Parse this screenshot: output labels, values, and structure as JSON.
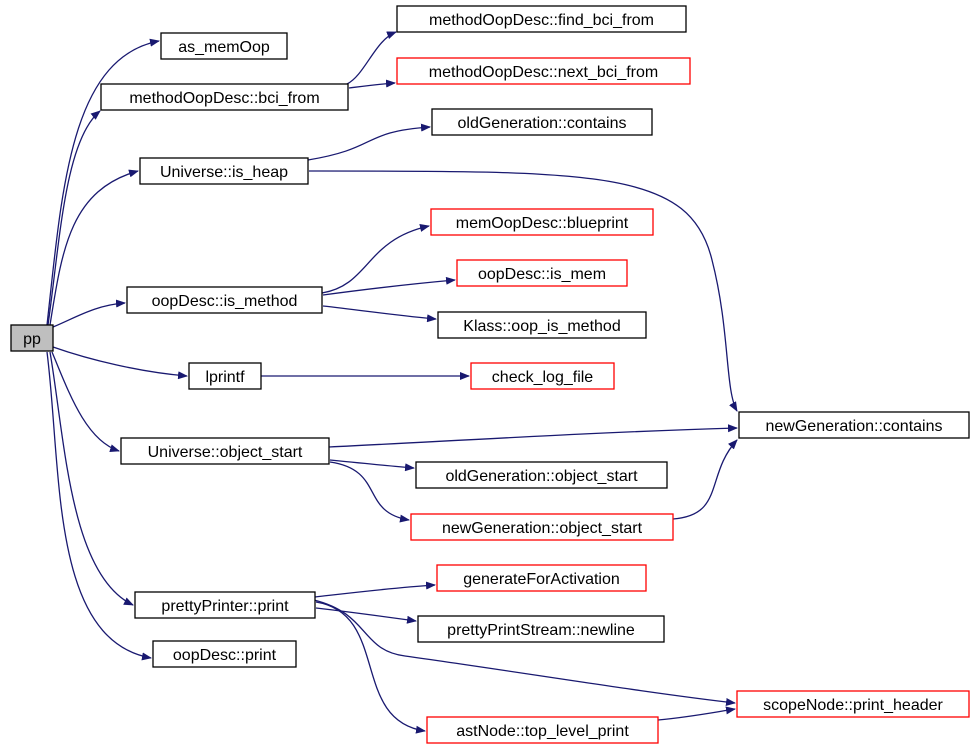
{
  "colors": {
    "edge": "#191970",
    "border_default": "#000000",
    "border_truncated": "#ff0000",
    "root_fill": "#bfbfbf",
    "node_fill": "#ffffff"
  },
  "nodes": [
    {
      "id": "pp",
      "label": "pp",
      "kind": "root"
    },
    {
      "id": "as_memOop",
      "label": "as_memOop",
      "kind": "normal"
    },
    {
      "id": "methodOopDesc_bci_from",
      "label": "methodOopDesc::bci_from",
      "kind": "normal"
    },
    {
      "id": "methodOopDesc_find_bci_from",
      "label": "methodOopDesc::find_bci_from",
      "kind": "normal"
    },
    {
      "id": "methodOopDesc_next_bci_from",
      "label": "methodOopDesc::next_bci_from",
      "kind": "truncated"
    },
    {
      "id": "oldGeneration_contains",
      "label": "oldGeneration::contains",
      "kind": "normal"
    },
    {
      "id": "Universe_is_heap",
      "label": "Universe::is_heap",
      "kind": "normal"
    },
    {
      "id": "memOopDesc_blueprint",
      "label": "memOopDesc::blueprint",
      "kind": "truncated"
    },
    {
      "id": "oopDesc_is_mem",
      "label": "oopDesc::is_mem",
      "kind": "truncated"
    },
    {
      "id": "oopDesc_is_method",
      "label": "oopDesc::is_method",
      "kind": "normal"
    },
    {
      "id": "Klass_oop_is_method",
      "label": "Klass::oop_is_method",
      "kind": "normal"
    },
    {
      "id": "lprintf",
      "label": "lprintf",
      "kind": "normal"
    },
    {
      "id": "check_log_file",
      "label": "check_log_file",
      "kind": "truncated"
    },
    {
      "id": "newGeneration_contains",
      "label": "newGeneration::contains",
      "kind": "normal"
    },
    {
      "id": "Universe_object_start",
      "label": "Universe::object_start",
      "kind": "normal"
    },
    {
      "id": "oldGeneration_object_start",
      "label": "oldGeneration::object_start",
      "kind": "normal"
    },
    {
      "id": "newGeneration_object_start",
      "label": "newGeneration::object_start",
      "kind": "truncated"
    },
    {
      "id": "generateForActivation",
      "label": "generateForActivation",
      "kind": "truncated"
    },
    {
      "id": "prettyPrinter_print",
      "label": "prettyPrinter::print",
      "kind": "normal"
    },
    {
      "id": "prettyPrintStream_newline",
      "label": "prettyPrintStream::newline",
      "kind": "normal"
    },
    {
      "id": "oopDesc_print",
      "label": "oopDesc::print",
      "kind": "normal"
    },
    {
      "id": "scopeNode_print_header",
      "label": "scopeNode::print_header",
      "kind": "truncated"
    },
    {
      "id": "astNode_top_level_print",
      "label": "astNode::top_level_print",
      "kind": "truncated"
    }
  ],
  "edges": [
    {
      "from": "pp",
      "to": "as_memOop"
    },
    {
      "from": "pp",
      "to": "methodOopDesc_bci_from"
    },
    {
      "from": "pp",
      "to": "Universe_is_heap"
    },
    {
      "from": "pp",
      "to": "oopDesc_is_method"
    },
    {
      "from": "pp",
      "to": "lprintf"
    },
    {
      "from": "pp",
      "to": "Universe_object_start"
    },
    {
      "from": "pp",
      "to": "prettyPrinter_print"
    },
    {
      "from": "pp",
      "to": "oopDesc_print"
    },
    {
      "from": "methodOopDesc_bci_from",
      "to": "methodOopDesc_find_bci_from"
    },
    {
      "from": "methodOopDesc_bci_from",
      "to": "methodOopDesc_next_bci_from"
    },
    {
      "from": "Universe_is_heap",
      "to": "oldGeneration_contains"
    },
    {
      "from": "Universe_is_heap",
      "to": "newGeneration_contains"
    },
    {
      "from": "oopDesc_is_method",
      "to": "memOopDesc_blueprint"
    },
    {
      "from": "oopDesc_is_method",
      "to": "oopDesc_is_mem"
    },
    {
      "from": "oopDesc_is_method",
      "to": "Klass_oop_is_method"
    },
    {
      "from": "lprintf",
      "to": "check_log_file"
    },
    {
      "from": "Universe_object_start",
      "to": "newGeneration_contains"
    },
    {
      "from": "Universe_object_start",
      "to": "oldGeneration_object_start"
    },
    {
      "from": "Universe_object_start",
      "to": "newGeneration_object_start"
    },
    {
      "from": "newGeneration_object_start",
      "to": "newGeneration_contains"
    },
    {
      "from": "prettyPrinter_print",
      "to": "generateForActivation"
    },
    {
      "from": "prettyPrinter_print",
      "to": "prettyPrintStream_newline"
    },
    {
      "from": "prettyPrinter_print",
      "to": "scopeNode_print_header"
    },
    {
      "from": "prettyPrinter_print",
      "to": "astNode_top_level_print"
    },
    {
      "from": "astNode_top_level_print",
      "to": "scopeNode_print_header"
    }
  ]
}
